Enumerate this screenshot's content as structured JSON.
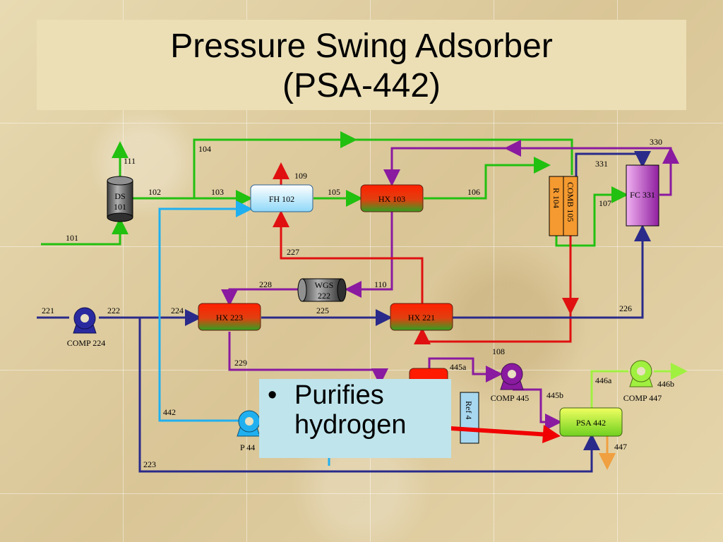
{
  "title": {
    "line1": "Pressure Swing Adsorber",
    "line2": "(PSA-442)"
  },
  "callout": {
    "bullet": "•",
    "line1": "Purifies",
    "line2": "hydrogen"
  },
  "units": {
    "ds101_l1": "DS",
    "ds101_l2": "101",
    "fh102": "FH 102",
    "hx103": "HX 103",
    "comb105": "COMB 105",
    "r104": "R 104",
    "fc331": "FC 331",
    "wgs222_l1": "WGS",
    "wgs222_l2": "222",
    "hx223": "HX 223",
    "hx221": "HX 221",
    "comp224": "COMP 224",
    "comp445": "COMP 445",
    "comp447": "COMP 447",
    "psa442": "PSA 442",
    "ref": "Ref 4",
    "p44x": "P 44"
  },
  "streams": {
    "s101": "101",
    "s102": "102",
    "s103": "103",
    "s104": "104",
    "s105": "105",
    "s106": "106",
    "s107": "107",
    "s108": "108",
    "s109": "109",
    "s110": "110",
    "s111": "111",
    "s221": "221",
    "s222": "222",
    "s223": "223",
    "s224": "224",
    "s225": "225",
    "s226": "226",
    "s227": "227",
    "s228": "228",
    "s229": "229",
    "s330": "330",
    "s331": "331",
    "s442": "442",
    "s445a": "445a",
    "s445b": "445b",
    "s446a": "446a",
    "s446b": "446b",
    "s447": "447"
  },
  "colors": {
    "green": "#22c010",
    "purple": "#8a1aa0",
    "red": "#e01010",
    "blue": "#2a2a8a",
    "cyan": "#20b0f0",
    "orange": "#f0a040",
    "lime": "#a0f040"
  }
}
